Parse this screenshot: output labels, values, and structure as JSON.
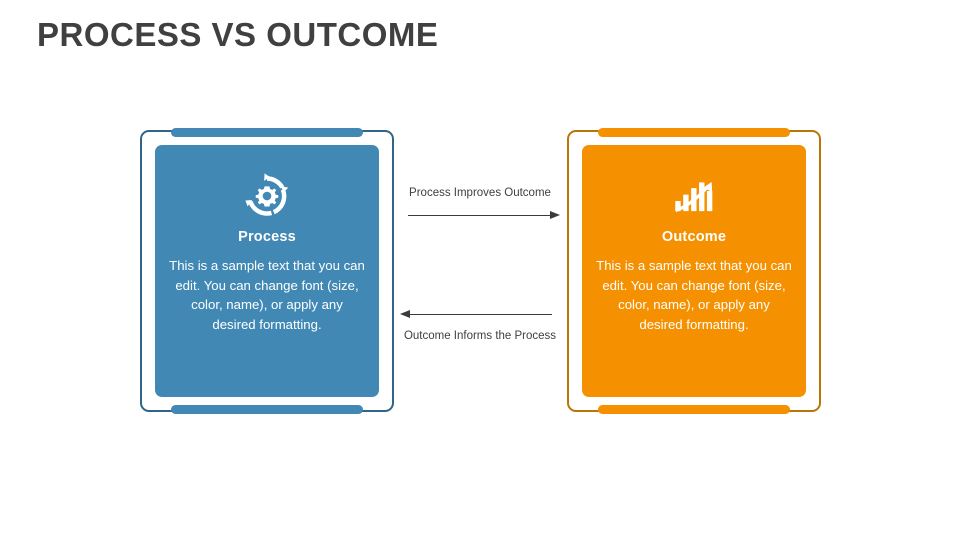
{
  "slide": {
    "title": "PROCESS VS OUTCOME",
    "background_color": "#ffffff",
    "title_color": "#404040"
  },
  "panels": [
    {
      "id": "process",
      "title": "Process",
      "body": "This is a sample text that you can edit. You can change font (size, color, name), or apply any desired formatting.",
      "icon": "gear-cycle-icon",
      "fill_color": "#4189b4",
      "frame_color": "#2e6589",
      "text_color": "#ffffff"
    },
    {
      "id": "outcome",
      "title": "Outcome",
      "body": "This is a sample text that you can edit. You can change font (size, color, name), or apply any desired formatting.",
      "icon": "bar-chart-growth-icon",
      "fill_color": "#f59100",
      "frame_color": "#b8760a",
      "text_color": "#ffffff"
    }
  ],
  "connectors": [
    {
      "id": "process-improves-outcome",
      "label": "Process Improves Outcome",
      "direction": "right",
      "color": "#3b3b3b",
      "label_position": "above"
    },
    {
      "id": "outcome-informs-process",
      "label": "Outcome Informs the Process",
      "direction": "left",
      "color": "#3b3b3b",
      "label_position": "below"
    }
  ]
}
